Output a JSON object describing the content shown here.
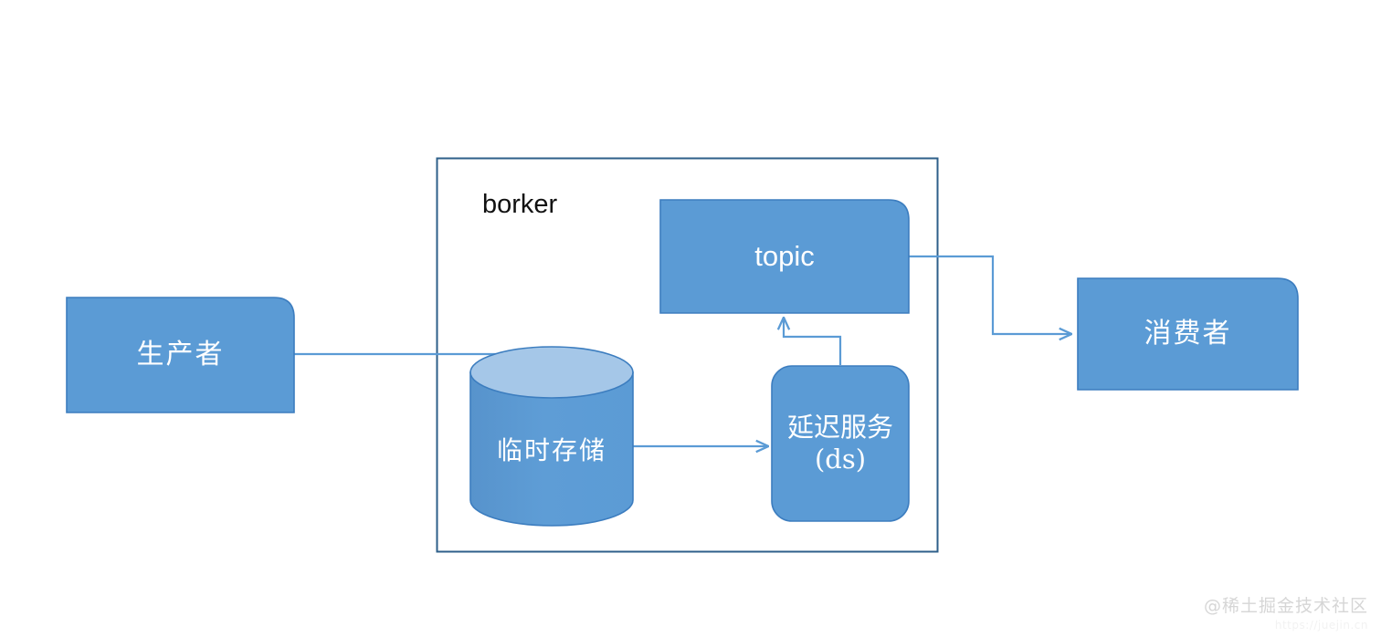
{
  "diagram": {
    "title": "",
    "colors": {
      "node_fill": "#5B9BD5",
      "node_stroke": "#3C7DBF",
      "cylinder_top_fill": "#A5C7E8",
      "container_stroke": "#2E5F8A",
      "connector_stroke": "#5B9BD5",
      "label_text": "#FFFFFF",
      "container_label_text": "#111111",
      "background": "#FFFFFF"
    },
    "container": {
      "label": "borker"
    },
    "nodes": [
      {
        "id": "producer",
        "label": "生产者",
        "shape": "flowchart-card"
      },
      {
        "id": "topic",
        "label": "topic",
        "shape": "flowchart-card"
      },
      {
        "id": "storage",
        "label": "临时存储",
        "shape": "cylinder"
      },
      {
        "id": "delay_service",
        "label": "延迟服务(ds)",
        "shape": "rounded-rectangle"
      },
      {
        "id": "consumer",
        "label": "消费者",
        "shape": "flowchart-card"
      }
    ],
    "edges": [
      {
        "id": "producer-to-storage",
        "from": "producer",
        "to": "storage",
        "label": "",
        "arrow": "down"
      },
      {
        "id": "storage-to-delay-service",
        "from": "storage",
        "to": "delay_service",
        "label": "",
        "arrow": "right"
      },
      {
        "id": "delay-service-to-topic",
        "from": "delay_service",
        "to": "topic",
        "label": "",
        "arrow": "up"
      },
      {
        "id": "topic-to-consumer",
        "from": "topic",
        "to": "consumer",
        "label": "",
        "arrow": "right"
      }
    ]
  },
  "watermark": {
    "text": "@稀土掘金技术社区",
    "url": "https://juejin.cn"
  }
}
